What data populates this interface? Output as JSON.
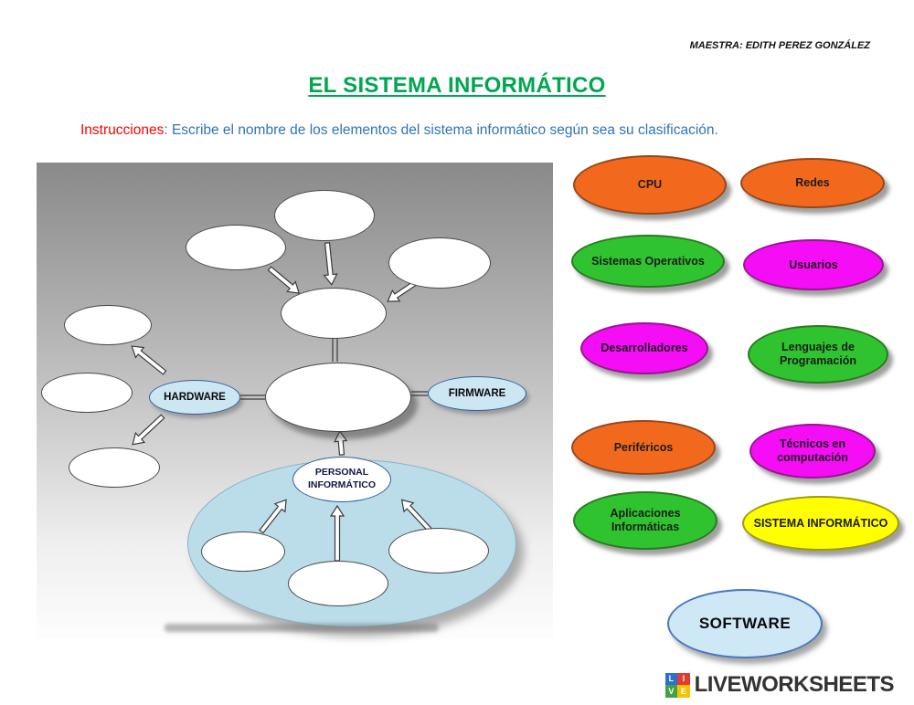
{
  "header": {
    "teacher": "MAESTRA: EDITH PEREZ GONZÁLEZ",
    "title": "EL SISTEMA INFORMÁTICO",
    "instructions": {
      "label": "Instrucciones",
      "text": ": Escribe el nombre de los elementos del sistema informático según sea su clasificación."
    }
  },
  "diagram": {
    "hardware_label": "HARDWARE",
    "firmware_label": "FIRMWARE",
    "personal_label": "PERSONAL INFORMÁTICO"
  },
  "options": [
    {
      "label": "CPU",
      "color": "#f2691e"
    },
    {
      "label": "Redes",
      "color": "#f2691e"
    },
    {
      "label": "Sistemas Operativos",
      "color": "#2fc42f"
    },
    {
      "label": "Usuarios",
      "color": "#f50df5"
    },
    {
      "label": "Desarrolladores",
      "color": "#f50df5"
    },
    {
      "label": "Lenguajes de Programación",
      "color": "#2fc42f"
    },
    {
      "label": "Periféricos",
      "color": "#f2691e"
    },
    {
      "label": "Técnicos en computación",
      "color": "#f50df5"
    },
    {
      "label": "Aplicaciones Informáticas",
      "color": "#2fc42f"
    },
    {
      "label": "SISTEMA INFORMÁTICO",
      "color": "#ffff00"
    }
  ],
  "software_label": "SOFTWARE",
  "footer": {
    "brand": "LIVEWORKSHEETS",
    "logo_letters": [
      "L",
      "I",
      "V",
      "E"
    ]
  },
  "palette": {
    "title_green": "#00a651",
    "instruction_red": "#ff0000",
    "instruction_blue": "#2e74b5",
    "node_blue_fill": "#cde7f2",
    "group_blue_fill": "#badde9",
    "orange": "#f2691e",
    "green": "#2fc42f",
    "magenta": "#f50df5",
    "yellow": "#ffff00",
    "software_fill": "#cfe8f5"
  }
}
